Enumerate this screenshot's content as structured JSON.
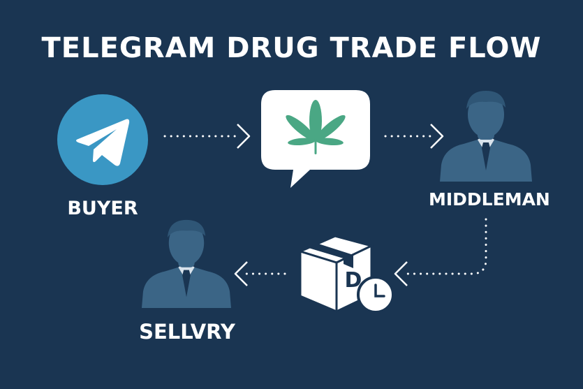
{
  "title": "TELEGRAM DRUG TRADE FLOW",
  "nodes": {
    "buyer": {
      "label": "BUYER",
      "icon": "telegram-icon"
    },
    "message": {
      "icon": "cannabis-leaf-chat-bubble-icon"
    },
    "middleman": {
      "label": "MIDDLEMAN",
      "icon": "person-icon"
    },
    "package": {
      "label": "D",
      "icon": "package-clock-icon"
    },
    "seller": {
      "label": "SELLVRY",
      "icon": "person-icon"
    }
  },
  "colors": {
    "background": "#1a3552",
    "telegram": "#3a97c4",
    "leaf": "#4aa784",
    "person": "#3b6586",
    "connector": "#ffffff"
  }
}
